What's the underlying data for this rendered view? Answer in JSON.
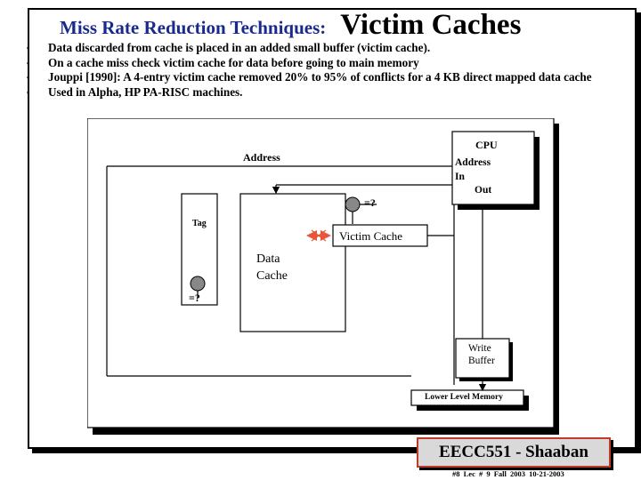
{
  "title": {
    "main": "Miss Rate Reduction Techniques:",
    "emphasis": "Victim Caches"
  },
  "bullets": [
    "Data discarded from cache is placed  in an added small buffer (victim cache).",
    "On a cache miss check victim cache for data before going to main memory",
    "Jouppi [1990]:  A 4-entry victim cache removed 20% to 95% of conflicts for a 4 KB direct mapped data cache",
    "Used in Alpha, HP PA-RISC machines."
  ],
  "diagram": {
    "cpu": "CPU",
    "address_top": "Address",
    "address_in": "Address",
    "in": "In",
    "out": "Out",
    "compare_victim": "=?",
    "compare_tag": "=?",
    "tag": "Tag",
    "victim_cache": "Victim Cache",
    "data_cache_line1": "Data",
    "data_cache_line2": "Cache",
    "write_buffer_line1": "Write",
    "write_buffer_line2": "Buffer",
    "lower_level_memory": "Lower Level Memory"
  },
  "footer": {
    "course": "EECC551 - Shaaban",
    "lecture": "#8   Lec # 9   Fall 2003   10-21-2003"
  },
  "colors": {
    "title": "#1a2a8c",
    "arrow_accent": "#e8553a",
    "footer_border": "#c0392b"
  }
}
